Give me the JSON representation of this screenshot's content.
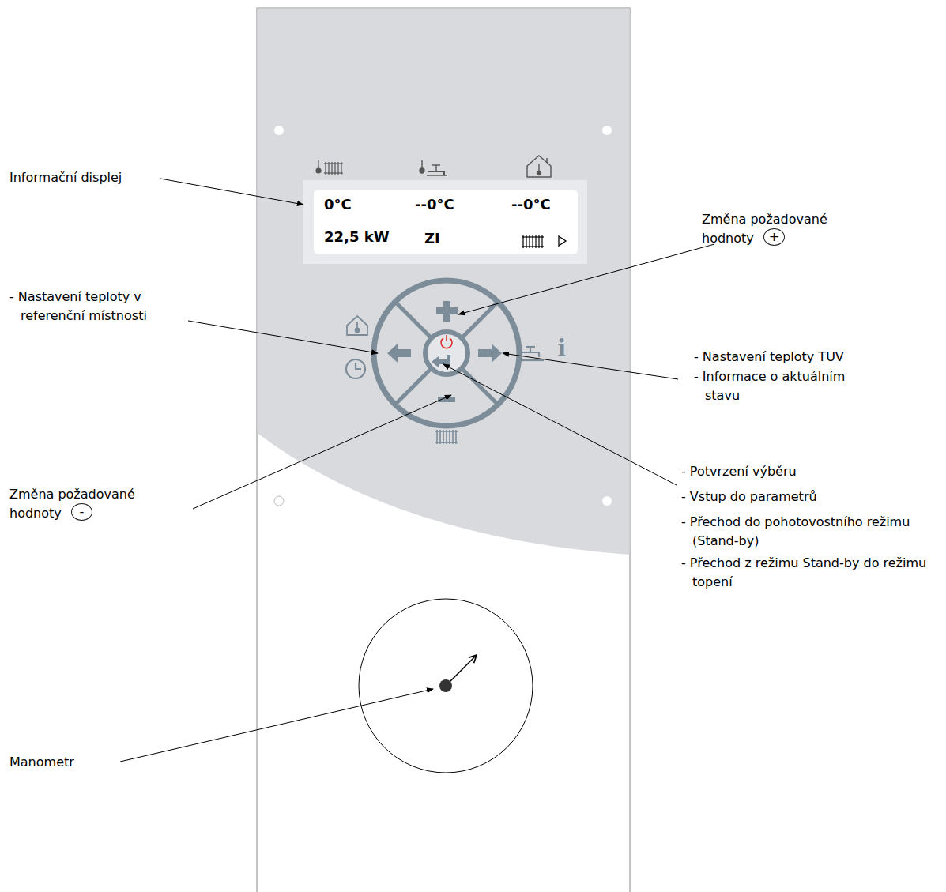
{
  "diagram": {
    "nodes": [
      {
        "text": [
          "0°C",
          "--0°C",
          "--0°C",
          "22,5 kW",
          "ZI"
        ]
      },
      {
        "text": [
          "+"
        ]
      },
      {
        "text": [
          "-"
        ]
      }
    ],
    "labels": [
      "Informační displej",
      "Změna požadované hodnoty",
      "- Nastavení teploty v referenční místnosti",
      "i",
      "- Nastavení teploty TUV",
      "- Informace o aktuálním stavu",
      "- Potvrzení výběru",
      "- Vstup do parametrů",
      "- Přechod do pohotovostního režimu (Stand-by)",
      "- Přechod z režimu Stand-by do režimu topení",
      "Změna požadované hodnoty",
      "Manometr"
    ]
  }
}
